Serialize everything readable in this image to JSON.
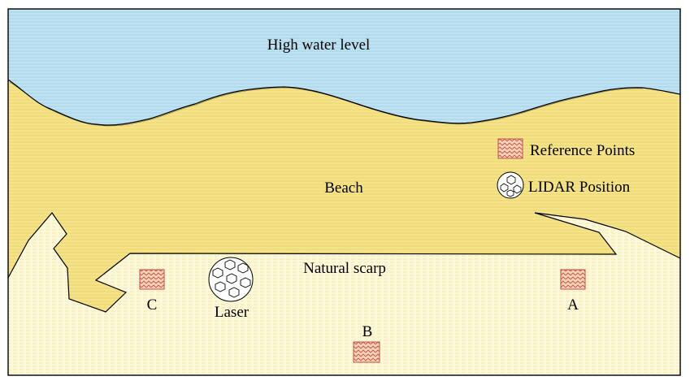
{
  "labels": {
    "water": "High water level",
    "beach": "Beach",
    "scarp": "Natural scarp",
    "laser": "Laser",
    "point_a": "A",
    "point_b": "B",
    "point_c": "C"
  },
  "legend": {
    "reference_points": "Reference Points",
    "lidar_position": "LIDAR Position"
  },
  "colors": {
    "water": "#bfe3f2",
    "water_line": "#a9d3e8",
    "beach": "#f5e389",
    "beach_line": "#efd56c",
    "sand_light": "#fbf7d8",
    "sand_line": "#f4eab0",
    "marker_fill": "#f2c9a8",
    "marker_stroke": "#c0504d",
    "outline": "#000000"
  }
}
